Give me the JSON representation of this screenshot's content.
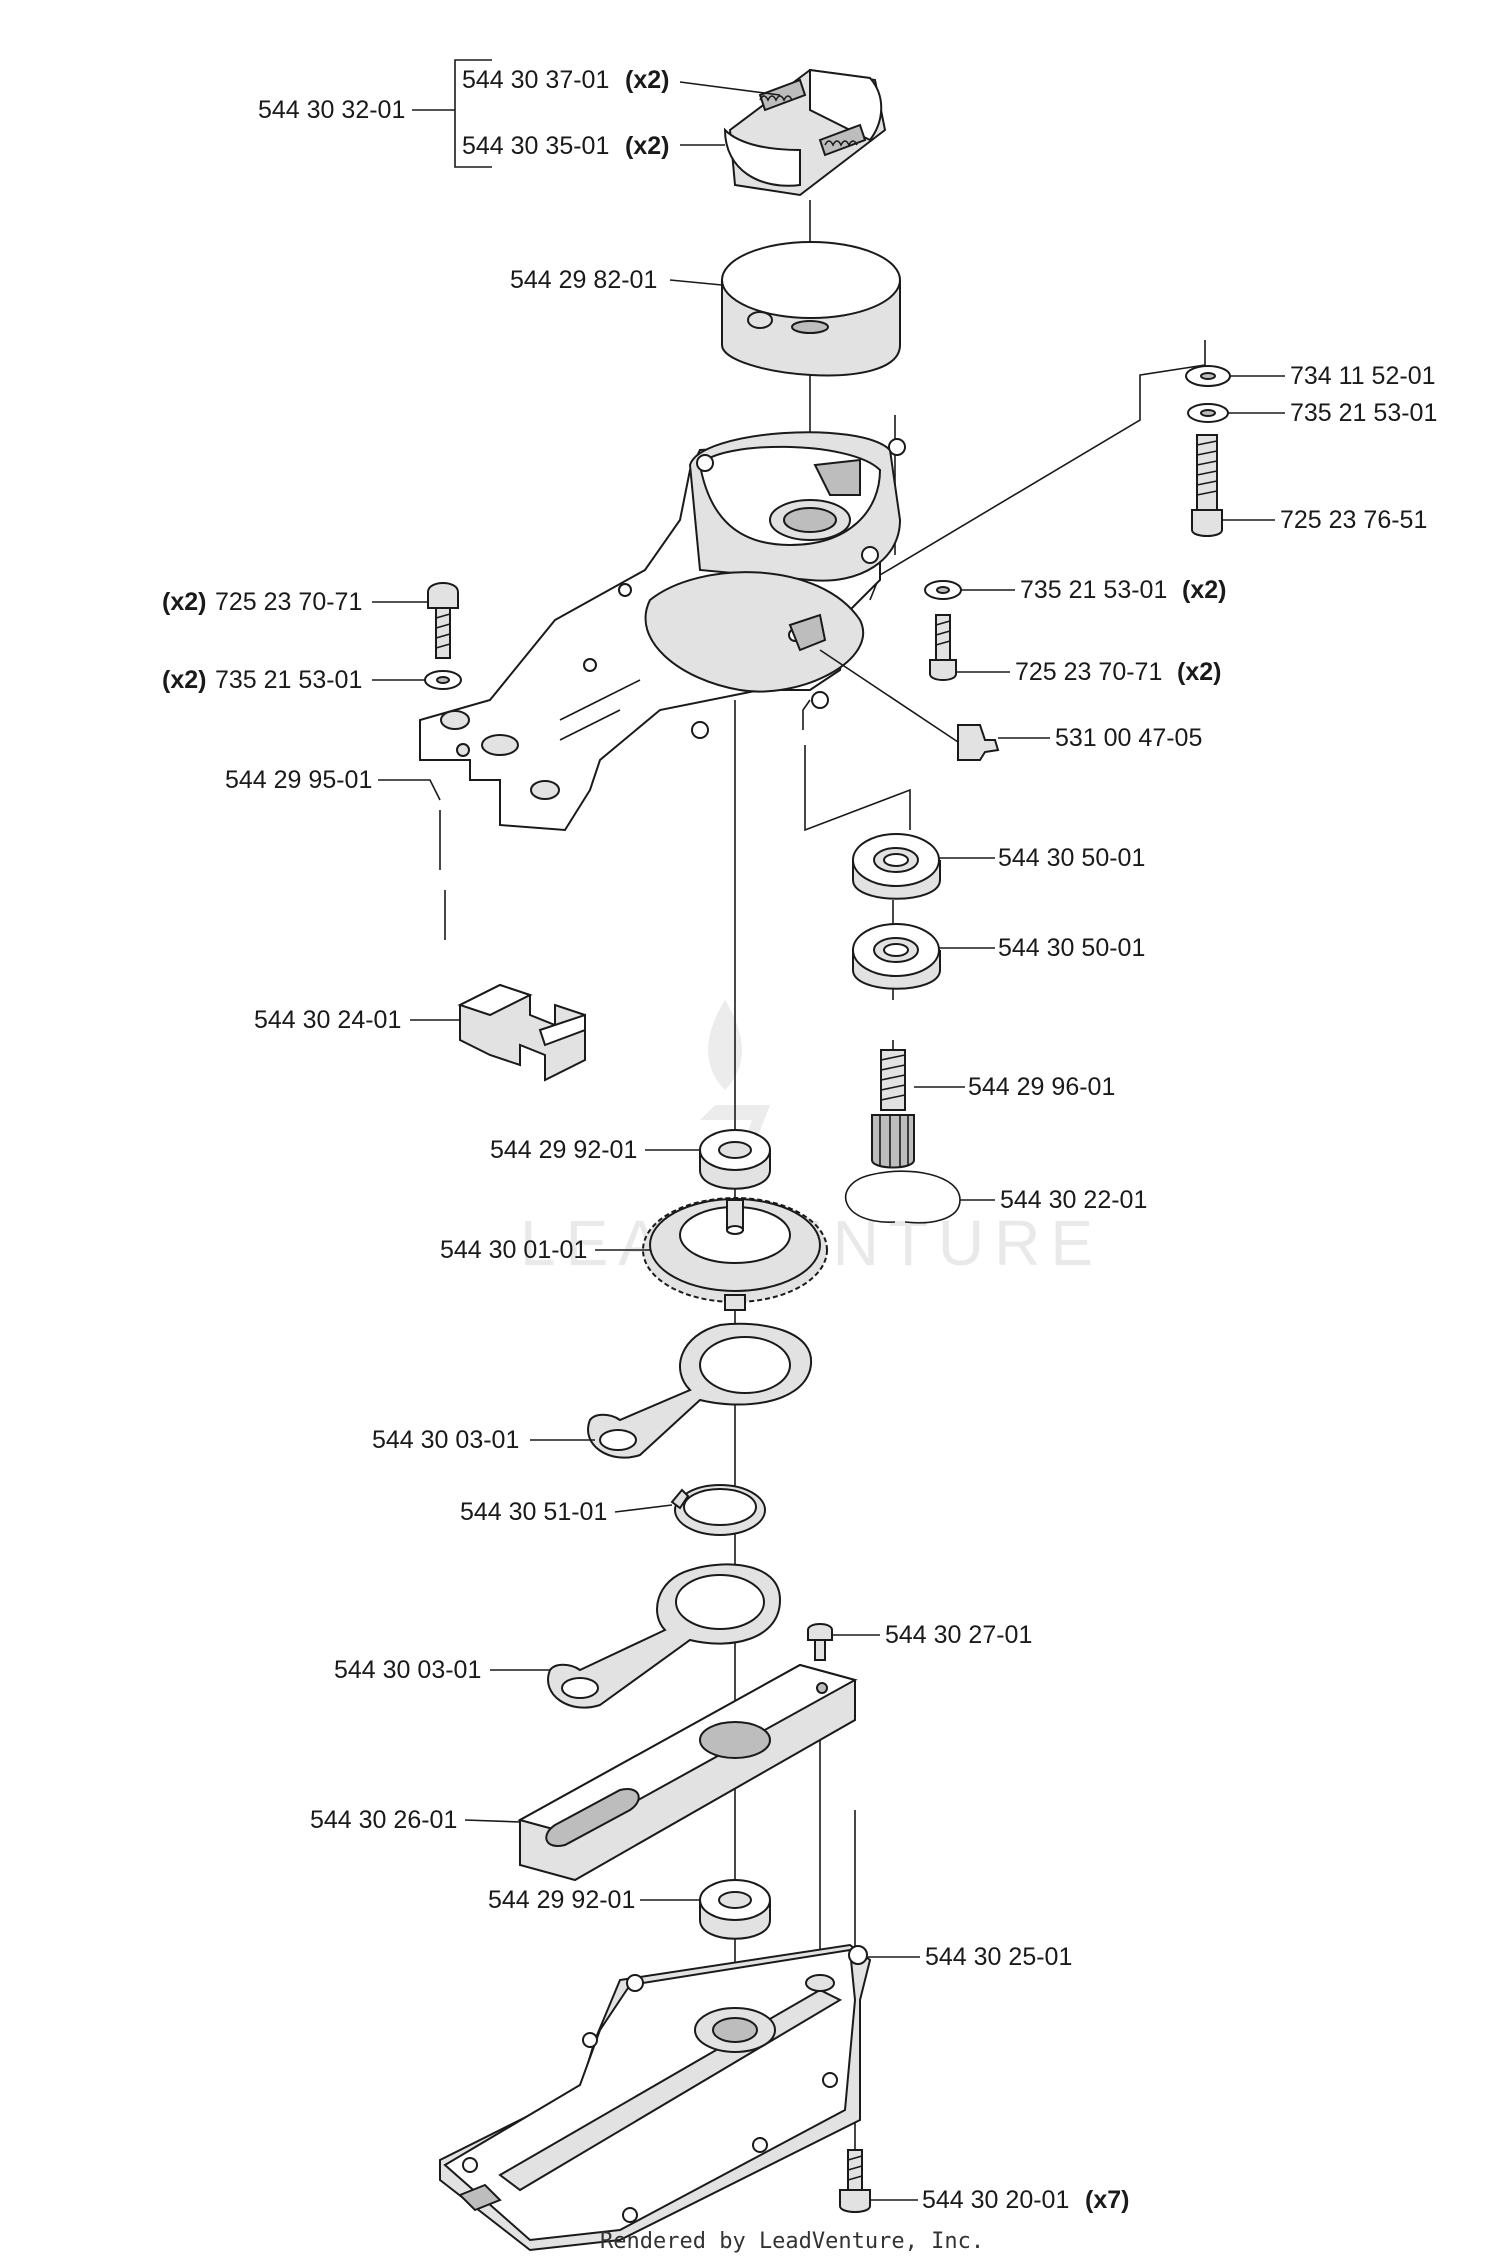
{
  "diagram": {
    "parts": [
      {
        "id": "544 30 32-01",
        "qty": ""
      },
      {
        "id": "544 30 37-01",
        "qty": "(x2)"
      },
      {
        "id": "544 30 35-01",
        "qty": "(x2)"
      },
      {
        "id": "544 29 82-01",
        "qty": ""
      },
      {
        "id": "734 11 52-01",
        "qty": ""
      },
      {
        "id": "735 21 53-01",
        "qty": ""
      },
      {
        "id": "725 23 76-51",
        "qty": ""
      },
      {
        "id": "725 23 70-71",
        "qty": "(x2)"
      },
      {
        "id": "735 21 53-01",
        "qty": "(x2)"
      },
      {
        "id": "735 21 53-01",
        "qty": "(x2)"
      },
      {
        "id": "725 23 70-71",
        "qty": "(x2)"
      },
      {
        "id": "531 00 47-05",
        "qty": ""
      },
      {
        "id": "544 29 95-01",
        "qty": ""
      },
      {
        "id": "544 30 50-01",
        "qty": ""
      },
      {
        "id": "544 30 50-01",
        "qty": ""
      },
      {
        "id": "544 30 24-01",
        "qty": ""
      },
      {
        "id": "544 29 96-01",
        "qty": ""
      },
      {
        "id": "544 29 92-01",
        "qty": ""
      },
      {
        "id": "544 30 22-01",
        "qty": ""
      },
      {
        "id": "544 30 01-01",
        "qty": ""
      },
      {
        "id": "544 30 03-01",
        "qty": ""
      },
      {
        "id": "544 30 51-01",
        "qty": ""
      },
      {
        "id": "544 30 03-01",
        "qty": ""
      },
      {
        "id": "544 30 27-01",
        "qty": ""
      },
      {
        "id": "544 30 26-01",
        "qty": ""
      },
      {
        "id": "544 29 92-01",
        "qty": ""
      },
      {
        "id": "544 30 25-01",
        "qty": ""
      },
      {
        "id": "544 30 20-01",
        "qty": "(x7)"
      }
    ],
    "watermark": "LEADVENTURE",
    "footer": "Rendered by LeadVenture, Inc."
  }
}
